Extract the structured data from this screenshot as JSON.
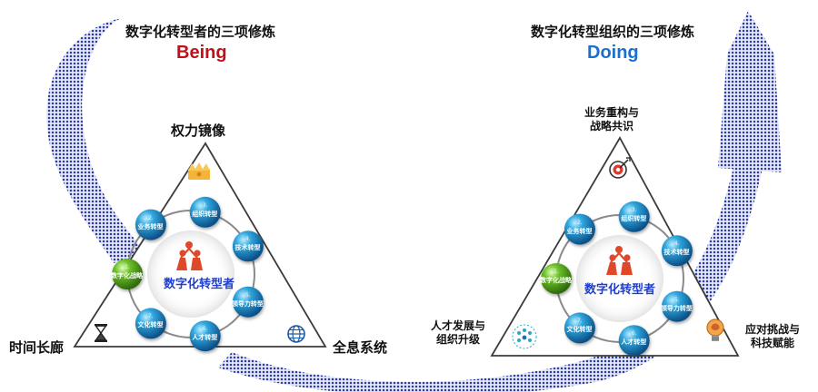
{
  "left_panel": {
    "heading": "数字化转型者的三项修炼",
    "accent": "Being",
    "accent_color": "#c0101a",
    "top_label": "权力镜像",
    "left_label": "时间长廊",
    "right_label": "全息系统",
    "center_title": "数字化转型者",
    "icons": [
      "crown-icon",
      "hourglass-icon",
      "globe-icon"
    ]
  },
  "right_panel": {
    "heading": "数字化转型组织的三项修炼",
    "accent": "Doing",
    "accent_color": "#1a6fd0",
    "top_label_line1": "业务重构与",
    "top_label_line2": "战略共识",
    "left_label_line1": "人才发展与",
    "left_label_line2": "组织升级",
    "right_label_line1": "应对挑战与",
    "right_label_line2": "科技赋能",
    "center_title": "数字化转型者",
    "icons": [
      "target-icon",
      "people-network-icon",
      "lightbulb-brain-icon"
    ]
  },
  "nodes": [
    {
      "num": "1.",
      "label": "数字化战略",
      "color": "green"
    },
    {
      "num": "2.",
      "label": "业务转型",
      "color": "blue"
    },
    {
      "num": "3.",
      "label": "组织转型",
      "color": "blue"
    },
    {
      "num": "4.",
      "label": "技术转型",
      "color": "blue"
    },
    {
      "num": "5.",
      "label": "领导力转型",
      "color": "blue"
    },
    {
      "num": "6.",
      "label": "人才转型",
      "color": "blue"
    },
    {
      "num": "7.",
      "label": "文化转型",
      "color": "blue"
    }
  ],
  "colors": {
    "arrow_blue": "#2b3aa8",
    "node_blue": "#1e8fc8",
    "node_green": "#5aa51e",
    "figure_red": "#e0482a"
  }
}
